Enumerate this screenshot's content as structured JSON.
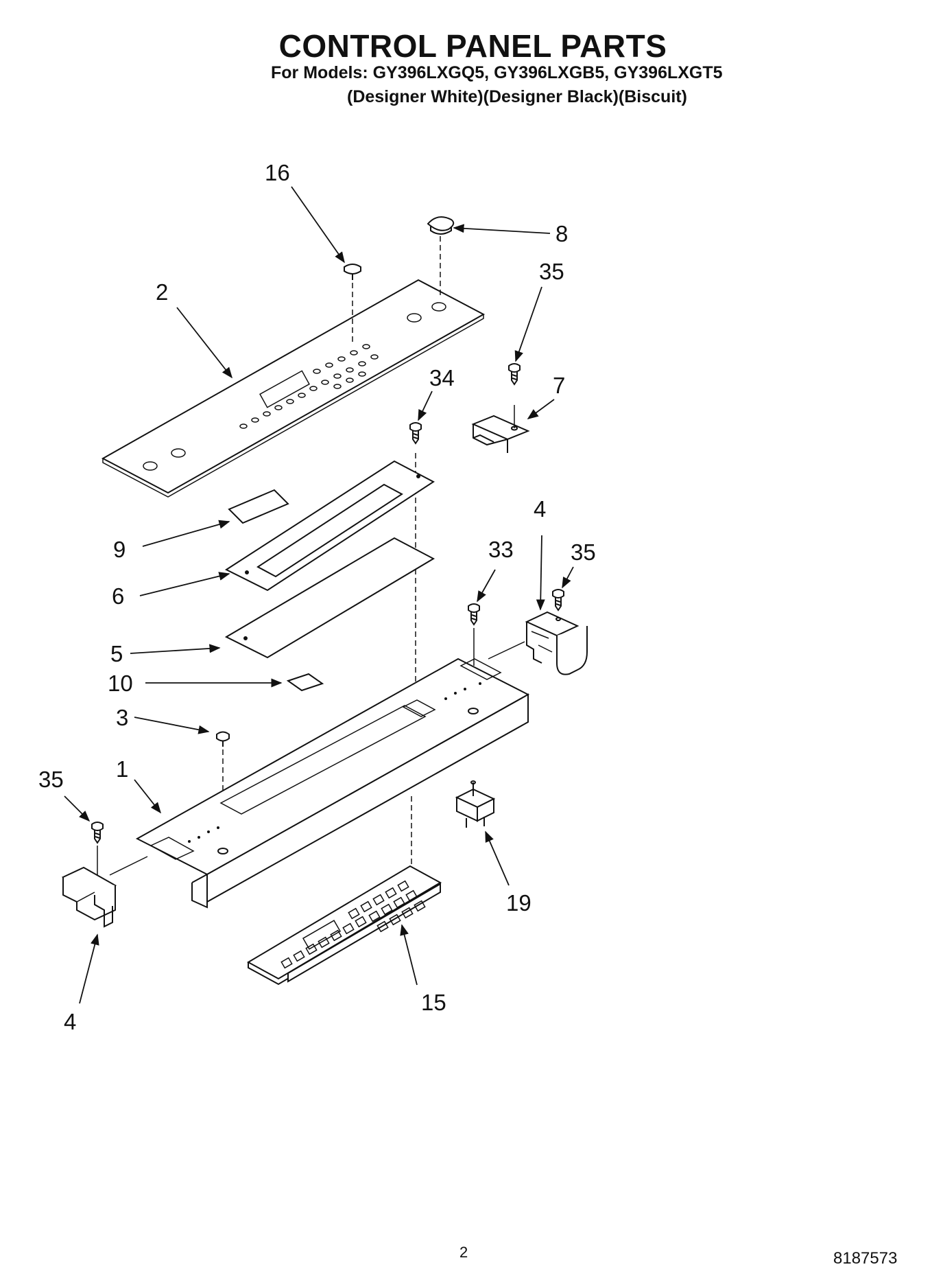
{
  "header": {
    "title": "CONTROL PANEL PARTS",
    "models_line": "For Models: GY396LXGQ5, GY396LXGB5, GY396LXGT5",
    "colors_line": "(Designer White)(Designer Black)(Biscuit)"
  },
  "callouts": {
    "c16": "16",
    "c8": "8",
    "c35_top": "35",
    "c2": "2",
    "c34": "34",
    "c7": "7",
    "c4_right": "4",
    "c9": "9",
    "c33": "33",
    "c35_right": "35",
    "c6": "6",
    "c5": "5",
    "c10": "10",
    "c3": "3",
    "c35_left": "35",
    "c1": "1",
    "c19": "19",
    "c15": "15",
    "c4_left": "4"
  },
  "footer": {
    "page_number": "2",
    "document_number": "8187573"
  }
}
